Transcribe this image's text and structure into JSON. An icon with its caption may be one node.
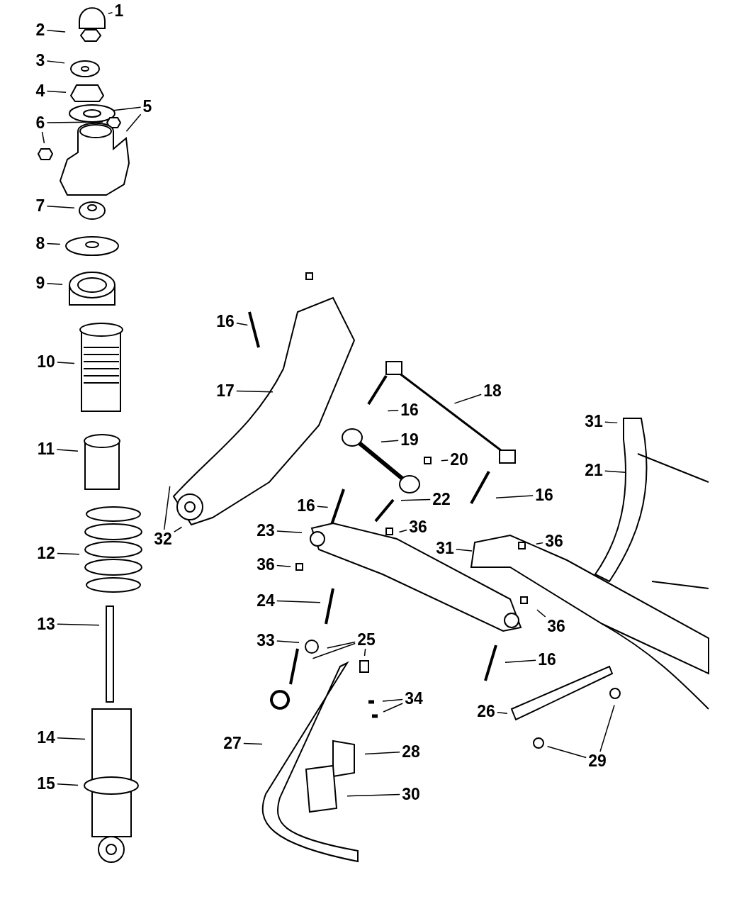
{
  "diagram": {
    "nodes": [
      {
        "text": [
          "1"
        ]
      },
      {
        "text": [
          "2"
        ]
      },
      {
        "text": [
          "3"
        ]
      },
      {
        "text": [
          "4"
        ]
      },
      {
        "text": [
          "5"
        ]
      },
      {
        "text": [
          "6"
        ]
      },
      {
        "text": [
          "7"
        ]
      },
      {
        "text": [
          "8"
        ]
      },
      {
        "text": [
          "9"
        ]
      },
      {
        "text": [
          "10"
        ]
      },
      {
        "text": [
          "11"
        ]
      },
      {
        "text": [
          "12"
        ]
      },
      {
        "text": [
          "13"
        ]
      },
      {
        "text": [
          "14"
        ]
      },
      {
        "text": [
          "15"
        ]
      },
      {
        "text": [
          "16"
        ]
      },
      {
        "text": [
          "17"
        ]
      },
      {
        "text": [
          "18"
        ]
      },
      {
        "text": [
          "16"
        ]
      },
      {
        "text": [
          "19"
        ]
      },
      {
        "text": [
          "20"
        ]
      },
      {
        "text": [
          "16"
        ]
      },
      {
        "text": [
          "31"
        ]
      },
      {
        "text": [
          "21"
        ]
      },
      {
        "text": [
          "32"
        ]
      },
      {
        "text": [
          "16"
        ]
      },
      {
        "text": [
          "22"
        ]
      },
      {
        "text": [
          "23"
        ]
      },
      {
        "text": [
          "36"
        ]
      },
      {
        "text": [
          "31"
        ]
      },
      {
        "text": [
          "36"
        ]
      },
      {
        "text": [
          "36"
        ]
      },
      {
        "text": [
          "24"
        ]
      },
      {
        "text": [
          "36"
        ]
      },
      {
        "text": [
          "33"
        ]
      },
      {
        "text": [
          "25"
        ]
      },
      {
        "text": [
          "16"
        ]
      },
      {
        "text": [
          "34"
        ]
      },
      {
        "text": [
          "26"
        ]
      },
      {
        "text": [
          "27"
        ]
      },
      {
        "text": [
          "28"
        ]
      },
      {
        "text": [
          "29"
        ]
      },
      {
        "text": [
          "30"
        ]
      }
    ],
    "edges": [
      {
        "from": 0,
        "to": null,
        "arrow": "none"
      },
      {
        "from": 1,
        "to": null,
        "arrow": "none"
      },
      {
        "from": 2,
        "to": null,
        "arrow": "none"
      },
      {
        "from": 3,
        "to": null,
        "arrow": "none"
      },
      {
        "from": 4,
        "to": null,
        "arrow": "none"
      },
      {
        "from": 4,
        "to": null,
        "arrow": "none"
      },
      {
        "from": 5,
        "to": null,
        "arrow": "none"
      },
      {
        "from": 5,
        "to": null,
        "arrow": "none"
      },
      {
        "from": 6,
        "to": null,
        "arrow": "none"
      },
      {
        "from": 7,
        "to": null,
        "arrow": "none"
      },
      {
        "from": 8,
        "to": null,
        "arrow": "none"
      },
      {
        "from": 9,
        "to": null,
        "arrow": "none"
      },
      {
        "from": 10,
        "to": null,
        "arrow": "none"
      },
      {
        "from": 11,
        "to": null,
        "arrow": "none"
      },
      {
        "from": 12,
        "to": null,
        "arrow": "none"
      },
      {
        "from": 13,
        "to": null,
        "arrow": "none"
      },
      {
        "from": 14,
        "to": null,
        "arrow": "none"
      },
      {
        "from": 15,
        "to": null,
        "arrow": "none"
      },
      {
        "from": 16,
        "to": null,
        "arrow": "none"
      },
      {
        "from": 17,
        "to": null,
        "arrow": "none"
      },
      {
        "from": 18,
        "to": null,
        "arrow": "none"
      },
      {
        "from": 19,
        "to": null,
        "arrow": "none"
      },
      {
        "from": 20,
        "to": null,
        "arrow": "none"
      },
      {
        "from": 21,
        "to": null,
        "arrow": "none"
      },
      {
        "from": 22,
        "to": null,
        "arrow": "none"
      },
      {
        "from": 23,
        "to": null,
        "arrow": "none"
      },
      {
        "from": 24,
        "to": null,
        "arrow": "none"
      },
      {
        "from": 24,
        "to": null,
        "arrow": "none"
      },
      {
        "from": 25,
        "to": null,
        "arrow": "none"
      },
      {
        "from": 26,
        "to": null,
        "arrow": "none"
      },
      {
        "from": 27,
        "to": null,
        "arrow": "none"
      },
      {
        "from": 28,
        "to": null,
        "arrow": "none"
      },
      {
        "from": 29,
        "to": null,
        "arrow": "none"
      },
      {
        "from": 30,
        "to": null,
        "arrow": "none"
      },
      {
        "from": 31,
        "to": null,
        "arrow": "none"
      },
      {
        "from": 32,
        "to": null,
        "arrow": "none"
      },
      {
        "from": 33,
        "to": null,
        "arrow": "none"
      },
      {
        "from": 34,
        "to": null,
        "arrow": "none"
      },
      {
        "from": 35,
        "to": null,
        "arrow": "none"
      },
      {
        "from": 35,
        "to": null,
        "arrow": "none"
      },
      {
        "from": 35,
        "to": null,
        "arrow": "none"
      },
      {
        "from": 36,
        "to": null,
        "arrow": "none"
      },
      {
        "from": 37,
        "to": null,
        "arrow": "none"
      },
      {
        "from": 37,
        "to": null,
        "arrow": "none"
      },
      {
        "from": 38,
        "to": null,
        "arrow": "none"
      },
      {
        "from": 39,
        "to": null,
        "arrow": "none"
      },
      {
        "from": 40,
        "to": null,
        "arrow": "none"
      },
      {
        "from": 41,
        "to": null,
        "arrow": "none"
      },
      {
        "from": 41,
        "to": null,
        "arrow": "none"
      },
      {
        "from": 42,
        "to": null,
        "arrow": "none"
      }
    ]
  }
}
